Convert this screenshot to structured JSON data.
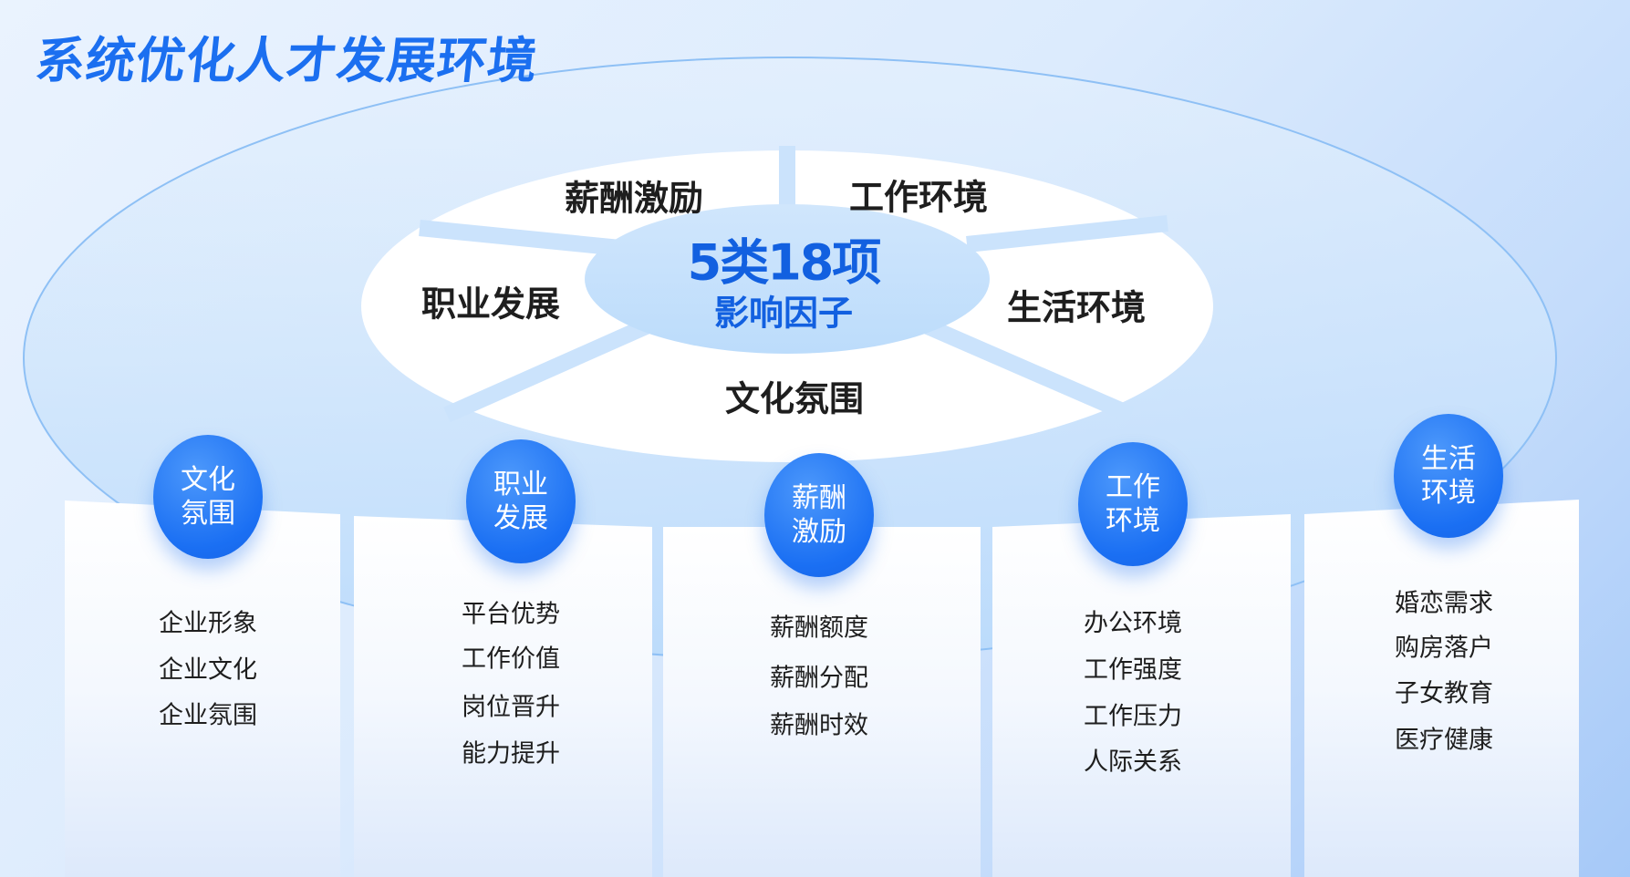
{
  "title": "系统优化人才发展环境",
  "center": {
    "line1": "5类18项",
    "line2": "影响因子"
  },
  "segments": [
    "薪酬激励",
    "工作环境",
    "职业发展",
    "生活环境",
    "文化氛围"
  ],
  "columns": [
    {
      "line1": "文化",
      "line2": "氛围",
      "items": [
        "企业形象",
        "企业文化",
        "企业氛围"
      ]
    },
    {
      "line1": "职业",
      "line2": "发展",
      "items": [
        "平台优势",
        "工作价值",
        "岗位晋升",
        "能力提升"
      ]
    },
    {
      "line1": "薪酬",
      "line2": "激励",
      "items": [
        "薪酬额度",
        "薪酬分配",
        "薪酬时效"
      ]
    },
    {
      "line1": "工作",
      "line2": "环境",
      "items": [
        "办公环境",
        "工作强度",
        "工作压力",
        "人际关系"
      ]
    },
    {
      "line1": "生活",
      "line2": "环境",
      "items": [
        "婚恋需求",
        "购房落户",
        "子女教育",
        "医疗健康"
      ]
    }
  ],
  "colors": {
    "accent": "#1b6ff0",
    "circle": "#1a6ff3",
    "text": "#1e1e1e"
  }
}
